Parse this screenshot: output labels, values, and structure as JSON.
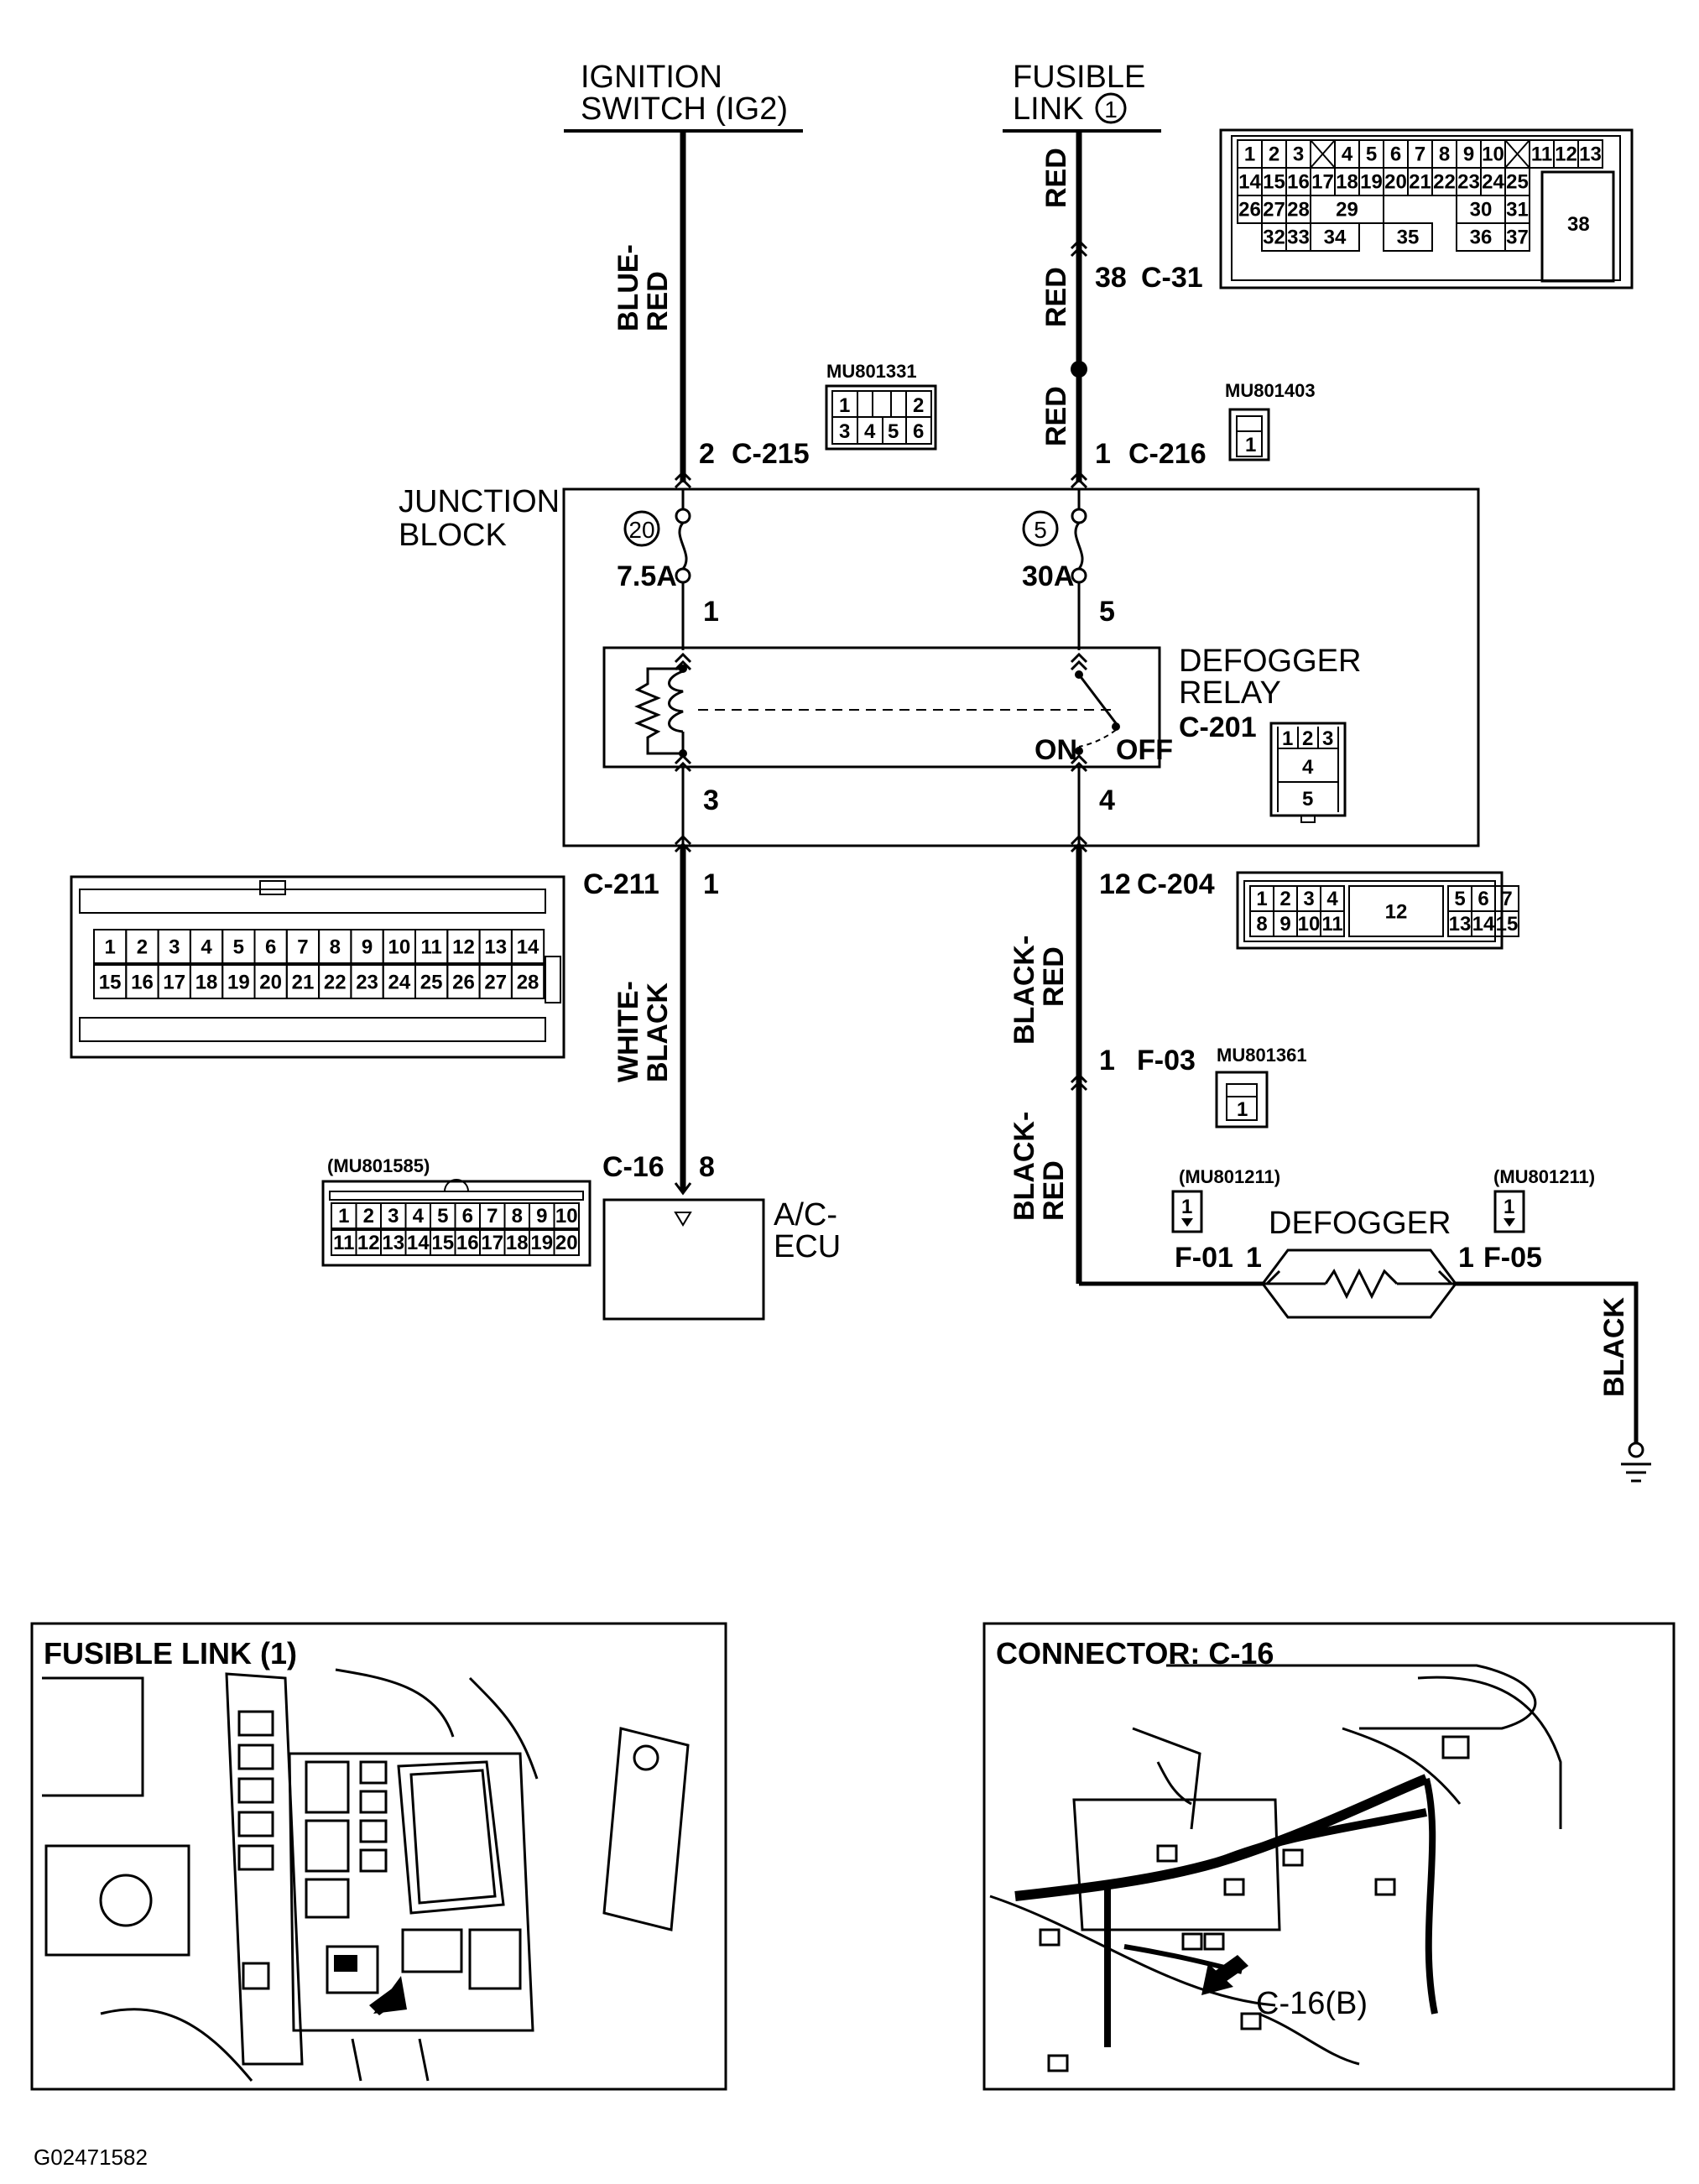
{
  "sources": {
    "ignition": {
      "line1": "IGNITION",
      "line2": "SWITCH (IG2)"
    },
    "fusible": {
      "line1": "FUSIBLE",
      "line2": "LINK",
      "number": "1"
    }
  },
  "wires": {
    "blue_red": [
      "BLUE-",
      "RED"
    ],
    "red_1": "RED",
    "red_2": "RED",
    "red_3": "RED",
    "white_black": [
      "WHITE-",
      "BLACK"
    ],
    "black_red_1": [
      "BLACK-",
      "RED"
    ],
    "black_red_2": [
      "BLACK-",
      "RED"
    ],
    "black": "BLACK"
  },
  "connectors": {
    "c31": {
      "pin": "38",
      "name": "C-31"
    },
    "c215": {
      "pin": "2",
      "name": "C-215",
      "part": "MU801331",
      "cells": [
        "1",
        "2",
        "3",
        "4",
        "5",
        "6"
      ]
    },
    "c216": {
      "pin": "1",
      "name": "C-216",
      "part": "MU801403",
      "cells": [
        "1"
      ]
    },
    "c211": {
      "pin": "1",
      "name": "C-211"
    },
    "c204": {
      "pin": "12",
      "name": "C-204"
    },
    "f03": {
      "pin": "1",
      "name": "F-03",
      "part": "MU801361",
      "cells": [
        "1"
      ]
    },
    "c16": {
      "pin": "8",
      "name": "C-16",
      "part": "(MU801585)"
    },
    "f01": {
      "pin": "1",
      "name": "F-01",
      "part": "(MU801211)",
      "cells": [
        "1"
      ]
    },
    "f05": {
      "pin": "1",
      "name": "F-05",
      "part": "(MU801211)",
      "cells": [
        "1"
      ]
    }
  },
  "junction_block": {
    "title": [
      "JUNCTION",
      "BLOCK"
    ],
    "fuse_left": {
      "number": "20",
      "rating": "7.5A",
      "pin_top": "1"
    },
    "fuse_right": {
      "number": "5",
      "rating": "30A",
      "pin_top": "5"
    },
    "pin_left_bottom": "3",
    "pin_right_bottom": "4"
  },
  "relay": {
    "title": [
      "DEFOGGER",
      "RELAY"
    ],
    "name": "C-201",
    "on": "ON",
    "off": "OFF",
    "cells": [
      "1",
      "2",
      "3",
      "4",
      "5"
    ]
  },
  "ecu": {
    "line1": "A/C-",
    "line2": "ECU"
  },
  "defogger": {
    "label": "DEFOGGER"
  },
  "c31_grid": {
    "rows": [
      [
        "1",
        "2",
        "3",
        "4",
        "5",
        "6",
        "7",
        "8",
        "9",
        "10",
        "11",
        "12",
        "13"
      ],
      [
        "14",
        "15",
        "16",
        "17",
        "18",
        "19",
        "20",
        "21",
        "22",
        "23",
        "24",
        "25"
      ],
      [
        "26",
        "27",
        "28",
        "29",
        "30",
        "31"
      ],
      [
        "32",
        "33",
        "34",
        "35",
        "36",
        "37"
      ]
    ],
    "big": "38"
  },
  "c211_grid": {
    "row1": [
      "1",
      "2",
      "3",
      "4",
      "5",
      "6",
      "7",
      "8",
      "9",
      "10",
      "11",
      "12",
      "13",
      "14"
    ],
    "row2": [
      "15",
      "16",
      "17",
      "18",
      "19",
      "20",
      "21",
      "22",
      "23",
      "24",
      "25",
      "26",
      "27",
      "28"
    ]
  },
  "c204_grid": {
    "row1a": [
      "1",
      "2",
      "3",
      "4"
    ],
    "row2a": [
      "8",
      "9",
      "10",
      "11"
    ],
    "big": "12",
    "row1b": [
      "5",
      "6",
      "7"
    ],
    "row2b": [
      "13",
      "14",
      "15"
    ]
  },
  "c16_grid": {
    "row1": [
      "1",
      "2",
      "3",
      "4",
      "5",
      "6",
      "7",
      "8",
      "9",
      "10"
    ],
    "row2": [
      "11",
      "12",
      "13",
      "14",
      "15",
      "16",
      "17",
      "18",
      "19",
      "20"
    ]
  },
  "panels": {
    "left": {
      "title": "FUSIBLE LINK (1)"
    },
    "right": {
      "title": "CONNECTOR: C-16",
      "callout": "C-16(B)"
    }
  },
  "figure_id": "G02471582"
}
